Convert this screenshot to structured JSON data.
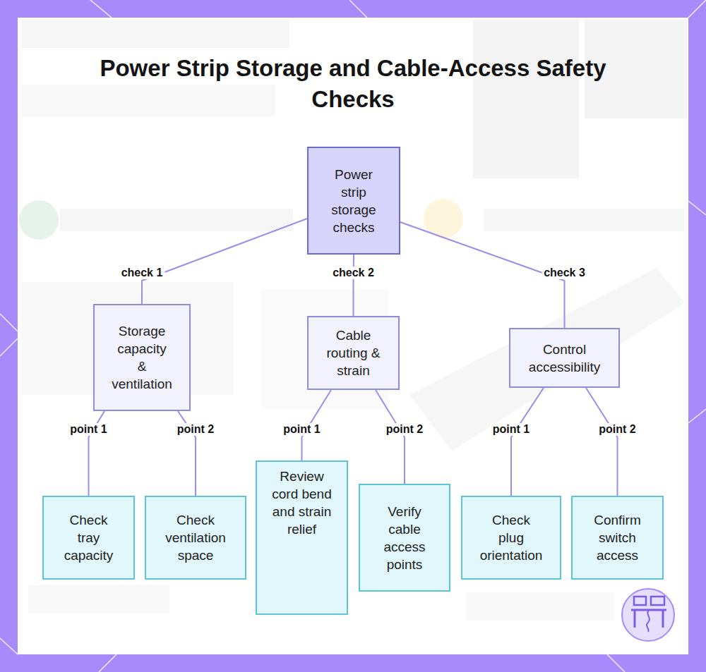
{
  "diagram": {
    "title": "Power Strip Storage and Cable-Access Safety Checks",
    "nodes": [
      {
        "text": [
          "Power strip storage checks"
        ]
      },
      {
        "text": [
          "Storage capacity & ventilation"
        ]
      },
      {
        "text": [
          "Cable routing & strain"
        ]
      },
      {
        "text": [
          "Control accessibility"
        ]
      },
      {
        "text": [
          "Check tray capacity"
        ]
      },
      {
        "text": [
          "Check ventilation space"
        ]
      },
      {
        "text": [
          "Review cord bend and strain relief"
        ]
      },
      {
        "text": [
          "Verify cable access points"
        ]
      },
      {
        "text": [
          "Check plug orientation"
        ]
      },
      {
        "text": [
          "Confirm switch access"
        ]
      }
    ],
    "edges": [
      {
        "from": 0,
        "to": 1,
        "arrow": "none",
        "label": "check 1"
      },
      {
        "from": 0,
        "to": 2,
        "arrow": "none",
        "label": "check 2"
      },
      {
        "from": 0,
        "to": 3,
        "arrow": "none",
        "label": "check 3"
      },
      {
        "from": 1,
        "to": 4,
        "arrow": "none",
        "label": "point 1"
      },
      {
        "from": 1,
        "to": 5,
        "arrow": "none",
        "label": "point 2"
      },
      {
        "from": 2,
        "to": 6,
        "arrow": "none",
        "label": "point 1"
      },
      {
        "from": 2,
        "to": 7,
        "arrow": "none",
        "label": "point 2"
      },
      {
        "from": 3,
        "to": 8,
        "arrow": "none",
        "label": "point 1"
      },
      {
        "from": 3,
        "to": 9,
        "arrow": "none",
        "label": "point 2"
      }
    ]
  }
}
